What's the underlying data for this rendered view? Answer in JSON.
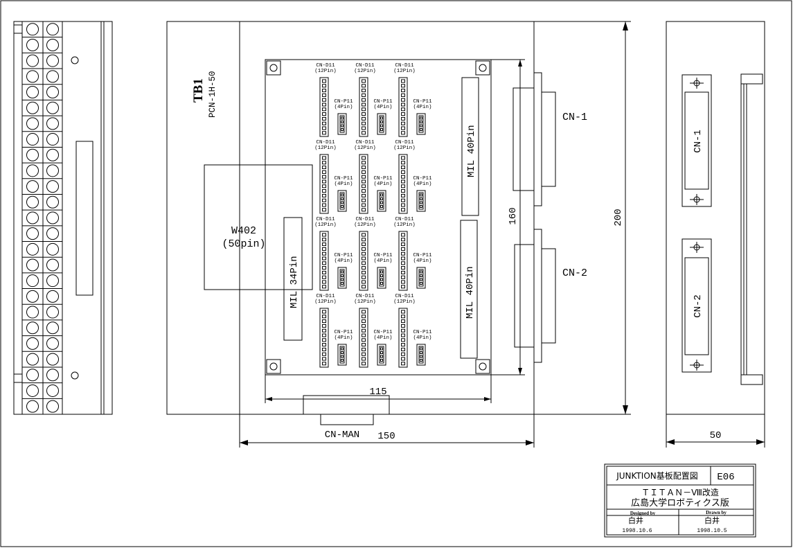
{
  "labels": {
    "tb1": "TB1",
    "tb_part": "PCN-1H-50",
    "w402": "W402",
    "w402_pins": "(50pin)",
    "mil34": "MIL 34Pin",
    "mil40_a": "MIL 40Pin",
    "mil40_b": "MIL 40Pin",
    "cn1": "CN-1",
    "cn2": "CN-2",
    "cn1_side": "CN-1",
    "cn2_side": "CN-2",
    "cnman": "CN-MAN",
    "cnd": "CN-D11",
    "cnd_pins": "(12Pin)",
    "cnp": "CN-P11",
    "cnp_pins": "(4Pin)"
  },
  "dimensions": {
    "d115": "115",
    "d150": "150",
    "d160": "160",
    "d200": "200",
    "d50": "50"
  },
  "title_block": {
    "title": "JUNKTION基板配置図",
    "code": "E06",
    "project": "ＴＩＴＡＮ－Ⅷ改造",
    "org": "広島大学ロボティクス版",
    "designed_label": "Designed by",
    "drawn_label": "Drawn by",
    "designer": "白井",
    "drawer": "白井",
    "designed_date": "1998.10.6",
    "drawn_date": "1998.10.5"
  }
}
